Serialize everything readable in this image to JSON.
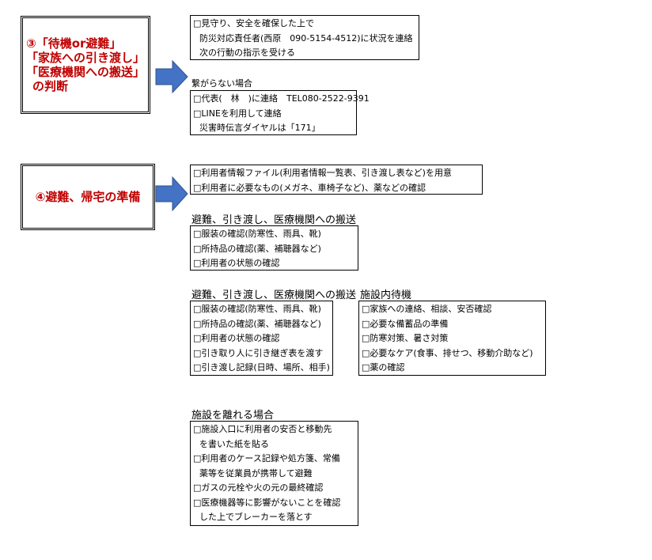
{
  "colors": {
    "step_text": "#c00000",
    "arrow": "#4472c4"
  },
  "step3": {
    "lines": [
      "③「待機or避難」",
      "「家族への引き渡し」",
      "「医療機関への搬送」",
      "の判断"
    ],
    "watch_box": [
      "□見守り、安全を確保した上で",
      "防災対応責任者(西原　090-5154-4512)に状況を連絡",
      "次の行動の指示を受ける"
    ],
    "no_connect_label": "繋がらない場合",
    "contact_box": [
      "□代表(　林　)に連絡　TEL080-2522-9391",
      "□LINEを利用して連絡",
      "災害時伝言ダイヤルは「171」"
    ]
  },
  "step4": {
    "title": "④避難、帰宅の準備",
    "prep_box": [
      "□利用者情報ファイル(利用者情報一覧表、引き渡し表など)を用意",
      "□利用者に必要なもの(メガネ、車椅子など)、薬などの確認"
    ],
    "section1": {
      "label": "避難、引き渡し、医療機関への搬送",
      "items": [
        "□服装の確認(防寒性、雨具、靴)",
        "□所持品の確認(薬、補聴器など)",
        "□利用者の状態の確認"
      ]
    },
    "section2": {
      "label": "避難、引き渡し、医療機関への搬送",
      "items": [
        "□服装の確認(防寒性、雨具、靴)",
        "□所持品の確認(薬、補聴器など)",
        "□利用者の状態の確認",
        "□引き取り人に引き継ぎ表を渡す",
        "□引き渡し記録(日時、場所、相手)"
      ]
    },
    "section3": {
      "label": "施設内待機",
      "items": [
        "□家族への連絡、相談、安否確認",
        "□必要な備蓄品の準備",
        "□防寒対策、暑さ対策",
        "□必要なケア(食事、排せつ、移動介助など)",
        "□薬の確認"
      ]
    },
    "section4": {
      "label": "施設を離れる場合",
      "items": [
        "□施設入口に利用者の安否と移動先",
        "を書いた紙を貼る",
        "□利用者のケース記録や処方箋、常備",
        "薬等を従業員が携帯して避難",
        "□ガスの元栓や火の元の最終確認",
        "□医療機器等に影響がないことを確認",
        "した上でブレーカーを落とす"
      ]
    }
  }
}
